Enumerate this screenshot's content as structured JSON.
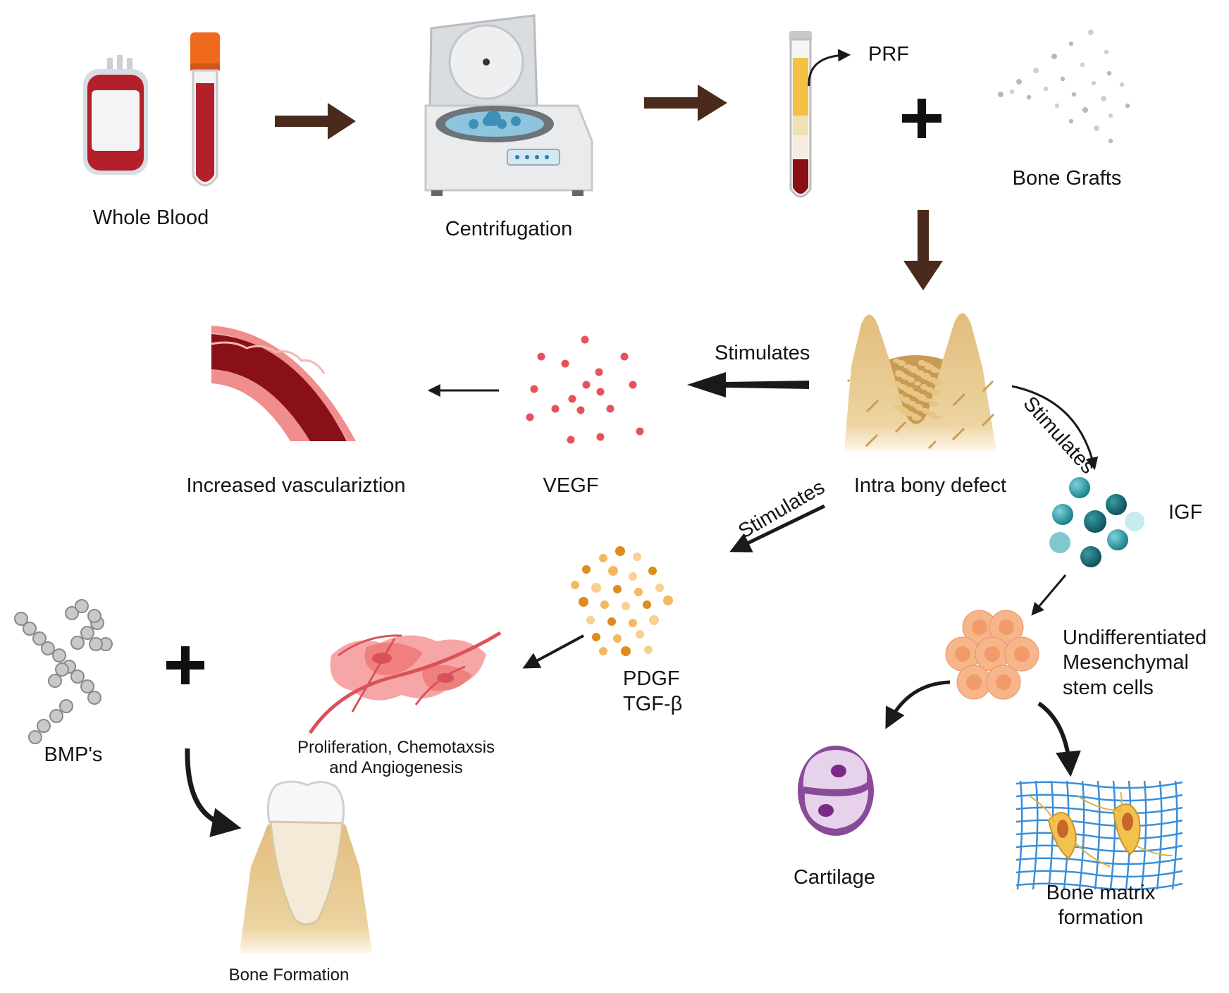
{
  "labels": {
    "whole_blood": "Whole Blood",
    "centrifugation": "Centrifugation",
    "prf": "PRF",
    "bone_grafts": "Bone Grafts",
    "stimulates_left": "Stimulates",
    "stimulates_right": "Stimulates",
    "stimulates_down": "Stimulates",
    "intra_bony_defect": "Intra bony defect",
    "vegf": "VEGF",
    "increased_vascularization": "Increased vasculariztion",
    "igf": "IGF",
    "pdgf": "PDGF",
    "tgf": "TGF-β",
    "stem_cells": "Undifferentiated\nMesenchymal\nstem cells",
    "proliferation": "Proliferation, Chemotaxsis\nand   Angiogenesis",
    "bmps": "BMP's",
    "cartilage": "Cartilage",
    "bone_matrix": "Bone matrix\nformation",
    "bone_formation": "Bone Formation"
  },
  "colors": {
    "flow_arrow": "#4a2a1c",
    "arrow": "#1a1a1a",
    "blood": "#b3202a",
    "vegf_dot": "#e8505a",
    "igf_dot": "#1f9aa6",
    "pdgf_dot": "#f0a040",
    "bone": "#e6c486",
    "cell": "#f6b689",
    "cartilage": "#9a5aa8",
    "matrix_grid": "#3a8fd8"
  }
}
